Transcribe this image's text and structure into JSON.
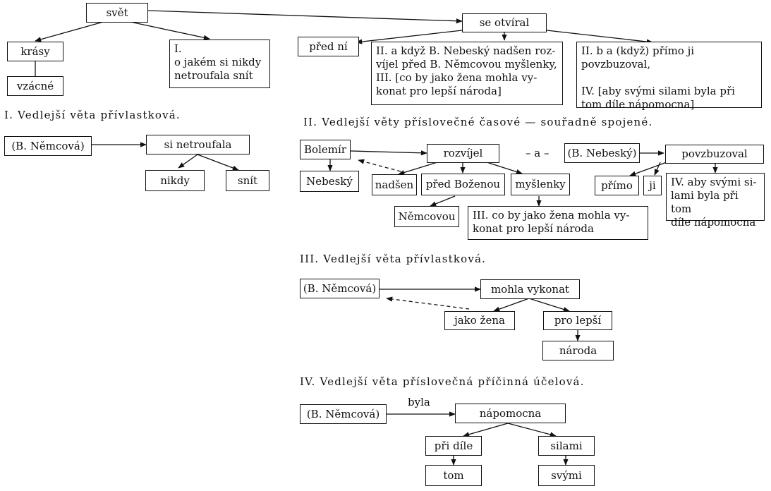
{
  "main": {
    "svet": "svět",
    "se_otviral": "se otvíral",
    "krasy": "krásy",
    "vzacne": "vzácné",
    "clause_I_lines": [
      "I.",
      "o jakém si nikdy",
      "netroufala snít"
    ],
    "pred_ni": "před ní",
    "clause_IIa_lines": [
      "II. a když B. Nebeský nadšen roz-",
      "víjel před B. Němcovou myšlenky,",
      "III. [co by jako žena mohla vy-",
      "konat pro lepší národa]"
    ],
    "clause_IIb_lines": [
      "II. b a (když) přímo ji povzbuzoval,",
      "",
      "IV. [aby svými silami byla při",
      "tom díle nápomocna]"
    ]
  },
  "section_I": {
    "heading": "I. Vedlejší věta přívlastková.",
    "b_nemcova": "(B. Němcová)",
    "si_netroufala": "si netroufala",
    "nikdy": "nikdy",
    "snit": "snít"
  },
  "section_II": {
    "heading": "II. Vedlejší věty příslovečné časové — souřadně spojené.",
    "bolemir": "Bolemír",
    "nebesky": "Nebeský",
    "rozvijel": "rozvíjel",
    "conj_a": "– a –",
    "b_nebesky": "(B. Nebeský)",
    "povzbuzoval": "povzbuzoval",
    "nadsen": "nadšen",
    "pred_bozenou": "před Boženou",
    "myslenky": "myšlenky",
    "primo": "přímo",
    "ji": "ji",
    "clause_IV_lines": [
      "IV. aby svými si-",
      "lami byla při tom",
      "díle nápomocna"
    ],
    "nemcovou": "Němcovou",
    "clause_III_lines": [
      "III. co by jako žena mohla vy-",
      "konat pro lepší národa"
    ]
  },
  "section_III": {
    "heading": "III. Vedlejší věta přívlastková.",
    "b_nemcova": "(B. Němcová)",
    "mohla_vykonat": "mohla vykonat",
    "jako_zena": "jako žena",
    "pro_lepsi": "pro lepší",
    "naroda": "národa"
  },
  "section_IV": {
    "heading": "IV. Vedlejší věta příslovečná příčinná účelová.",
    "b_nemcova": "(B. Němcová)",
    "byla": "byla",
    "napomocna": "nápomocna",
    "pri_dile": "při díle",
    "silami": "silami",
    "tom": "tom",
    "svymi": "svými"
  }
}
